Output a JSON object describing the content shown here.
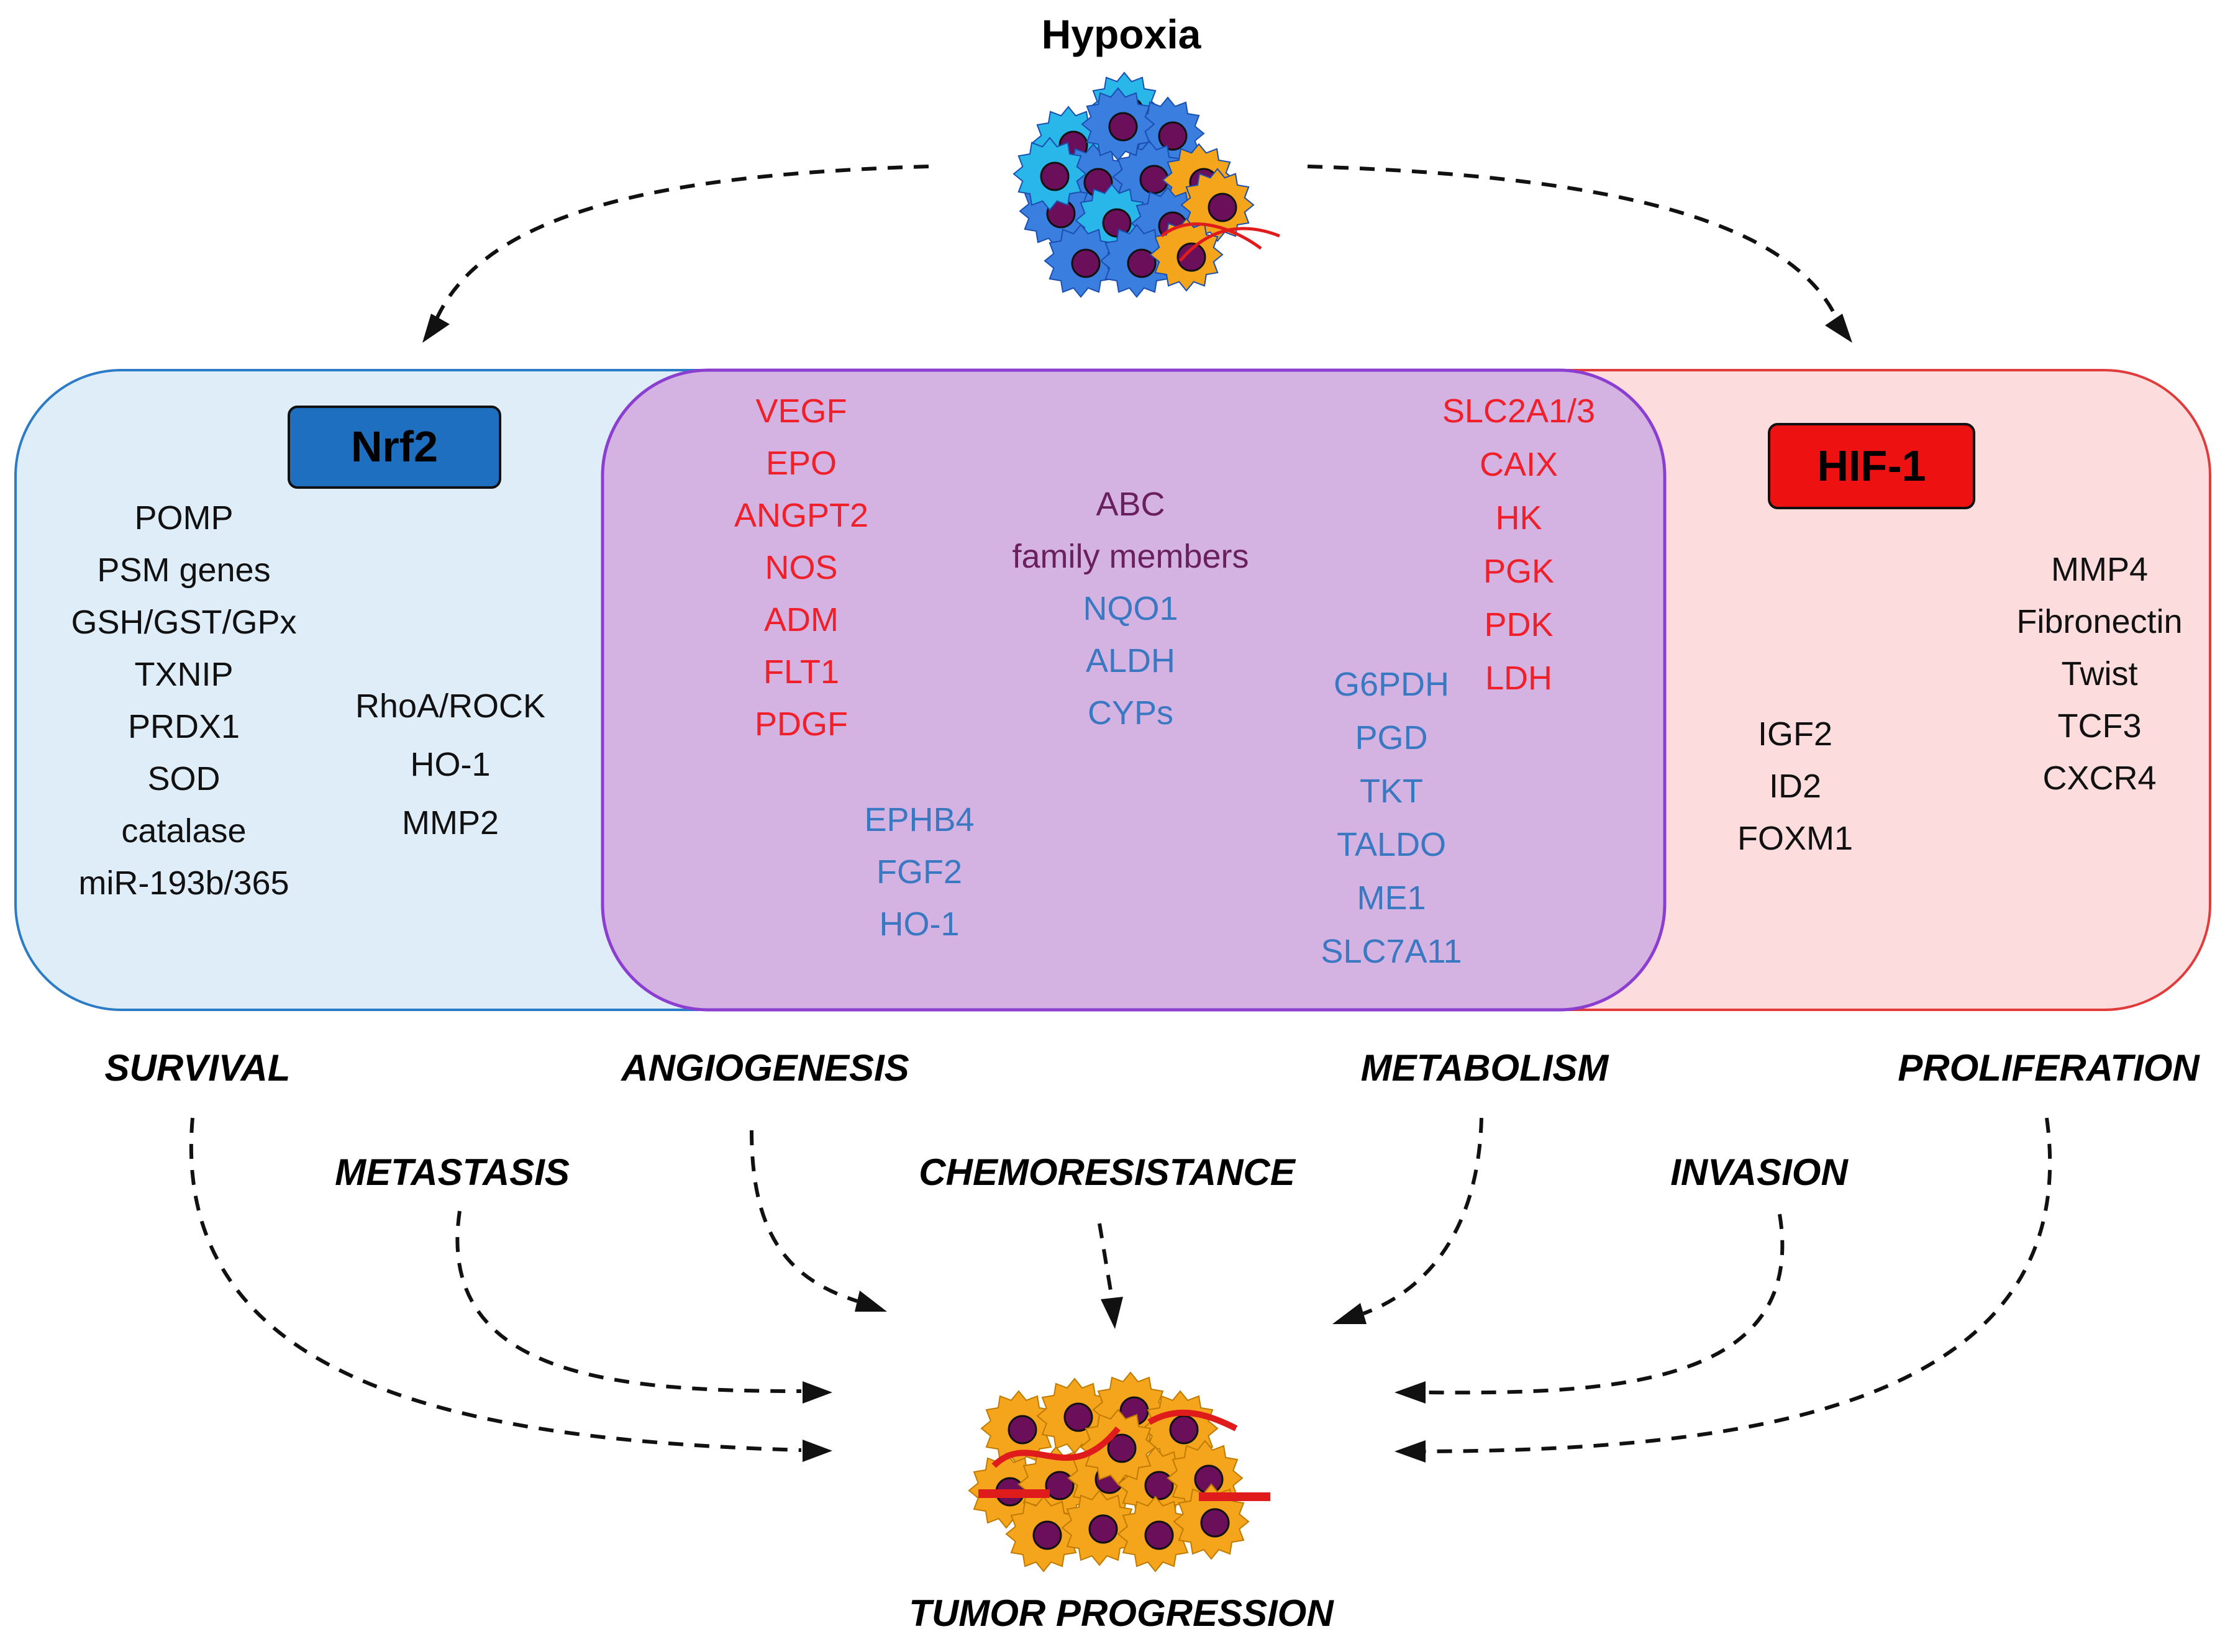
{
  "title": "Hypoxia",
  "nrf2": {
    "label": "Nrf2",
    "color": "#1f6fc0",
    "genes_left": [
      "POMP",
      "PSM genes",
      "GSH/GST/GPx",
      "TXNIP",
      "PRDX1",
      "SOD",
      "catalase",
      "miR-193b/365"
    ],
    "genes_right": [
      "RhoA/ROCK",
      "HO-1",
      "MMP2"
    ]
  },
  "hif1": {
    "label": "HIF-1",
    "color": "#ee1111",
    "genes_left": [
      "IGF2",
      "ID2",
      "FOXM1"
    ],
    "genes_right": [
      "MMP4",
      "Fibronectin",
      "Twist",
      "TCF3",
      "CXCR4"
    ]
  },
  "shared": {
    "color": "#d4b3e2",
    "angiogenesis_red": [
      "VEGF",
      "EPO",
      "ANGPT2",
      "NOS",
      "ADM",
      "FLT1",
      "PDGF"
    ],
    "abc": [
      "ABC",
      "family members"
    ],
    "abc_blue": [
      "NQO1",
      "ALDH",
      "CYPs"
    ],
    "metabolism_red": [
      "SLC2A1/3",
      "CAIX",
      "HK",
      "PGK",
      "PDK",
      "LDH"
    ],
    "metabolism_blue": [
      "G6PDH",
      "PGD",
      "TKT",
      "TALDO",
      "ME1",
      "SLC7A11"
    ],
    "angio_blue": [
      "EPHB4",
      "FGF2",
      "HO-1"
    ]
  },
  "outcomes": {
    "survival": "SURVIVAL",
    "angiogenesis": "ANGIOGENESIS",
    "metabolism": "METABOLISM",
    "proliferation": "PROLIFERATION",
    "metastasis": "METASTASIS",
    "chemoresistance": "CHEMORESISTANCE",
    "invasion": "INVASION"
  },
  "result": "TUMOR PROGRESSION"
}
